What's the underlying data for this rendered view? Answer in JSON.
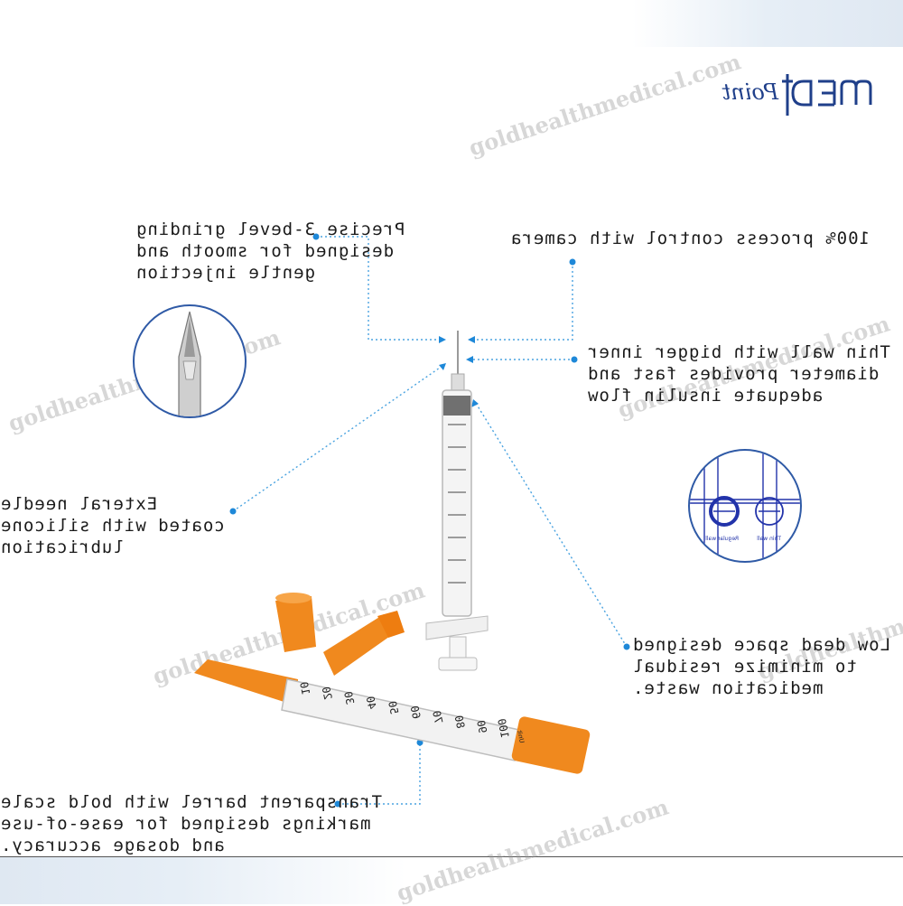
{
  "brand": {
    "logo_text": "MEDPoint"
  },
  "watermark": {
    "text": "goldhealthmedical.com"
  },
  "callouts": {
    "bevel": [
      "Precise 3-bevel grinding",
      "designed for smooth and",
      "gentle injection"
    ],
    "camera": [
      "100% process control with camera"
    ],
    "thin_wall": [
      "Thin wall with bigger inner",
      "diameter provides fast and",
      "adequate insulin flow"
    ],
    "silicone": [
      "Exteral needle",
      "coated with silicone",
      "lubrication"
    ],
    "dead_space": [
      "Low dead space designed",
      "to minimize residual",
      "medication waste."
    ],
    "barrel": [
      "Transparent barrel with bold scale",
      "markings designed for ease-of-use",
      "and dosage accuracy."
    ]
  },
  "wall_diagram": {
    "regular_label": "Regular wall",
    "thin_label": "Thin wall"
  },
  "syringe_scale": {
    "marks": [
      "10",
      "20",
      "30",
      "40",
      "50",
      "60",
      "70",
      "80",
      "90",
      "100"
    ],
    "unit": "Unit"
  },
  "colors": {
    "callout_dot": "#1e88d8",
    "cap_orange": "#f0891e",
    "diagram_blue": "#2233aa"
  }
}
